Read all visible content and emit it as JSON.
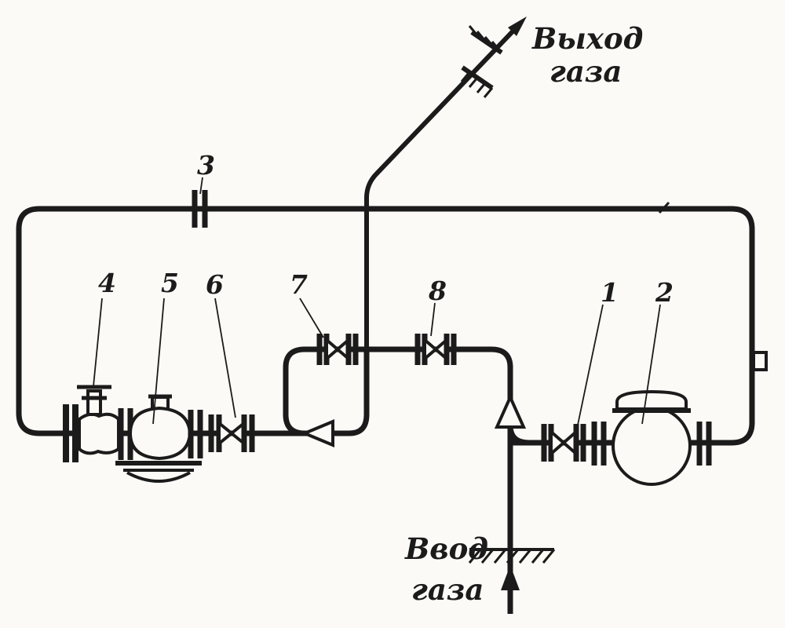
{
  "diagram": {
    "background": "#fbfaf6",
    "ink": "#1b1b1b",
    "outlet_label": {
      "line1": "Выход",
      "line2": "газа"
    },
    "inlet_label": {
      "line1": "Ввод",
      "line2": "газа"
    },
    "callouts": {
      "c1": "1",
      "c2": "2",
      "c3": "3",
      "c4": "4",
      "c5": "5",
      "c6": "6",
      "c7": "7",
      "c8": "8"
    }
  }
}
